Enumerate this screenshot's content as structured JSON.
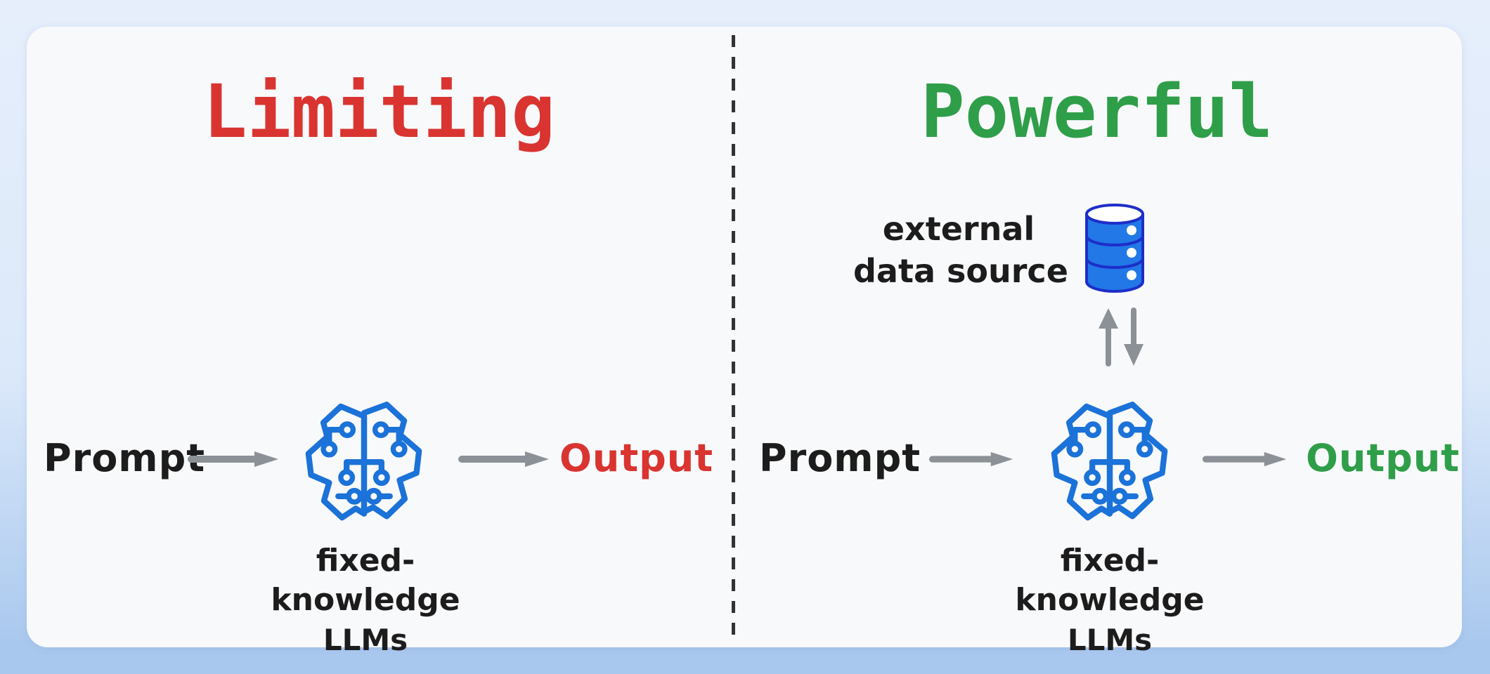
{
  "left": {
    "title": "Limiting",
    "prompt": "Prompt",
    "output": "Output",
    "llm_line1": "fixed-knowledge",
    "llm_line2": "LLMs"
  },
  "right": {
    "title": "Powerful",
    "prompt": "Prompt",
    "output": "Output",
    "llm_line1": "fixed-knowledge",
    "llm_line2": "LLMs",
    "external_line1": "external",
    "external_line2": "data source"
  },
  "icons": {
    "llm": "brain-circuit-icon",
    "external_data_source": "database-icon",
    "flow": "arrow-right-icon",
    "retrieval_up": "arrow-up-icon",
    "retrieval_down": "arrow-down-icon"
  },
  "colors": {
    "limiting_red": "#d93430",
    "powerful_green": "#2f9e49",
    "brain_blue": "#1b72d8",
    "database_fill_blue": "#2178e6",
    "database_outline_blue": "#1d2ec9",
    "arrow_gray": "#8b9197",
    "text_black": "#1c1c1c",
    "card_background": "#f8f9fb",
    "page_background_top": "#e6eefb",
    "page_background_bottom": "#a9c8ee",
    "divider": "#333333"
  }
}
